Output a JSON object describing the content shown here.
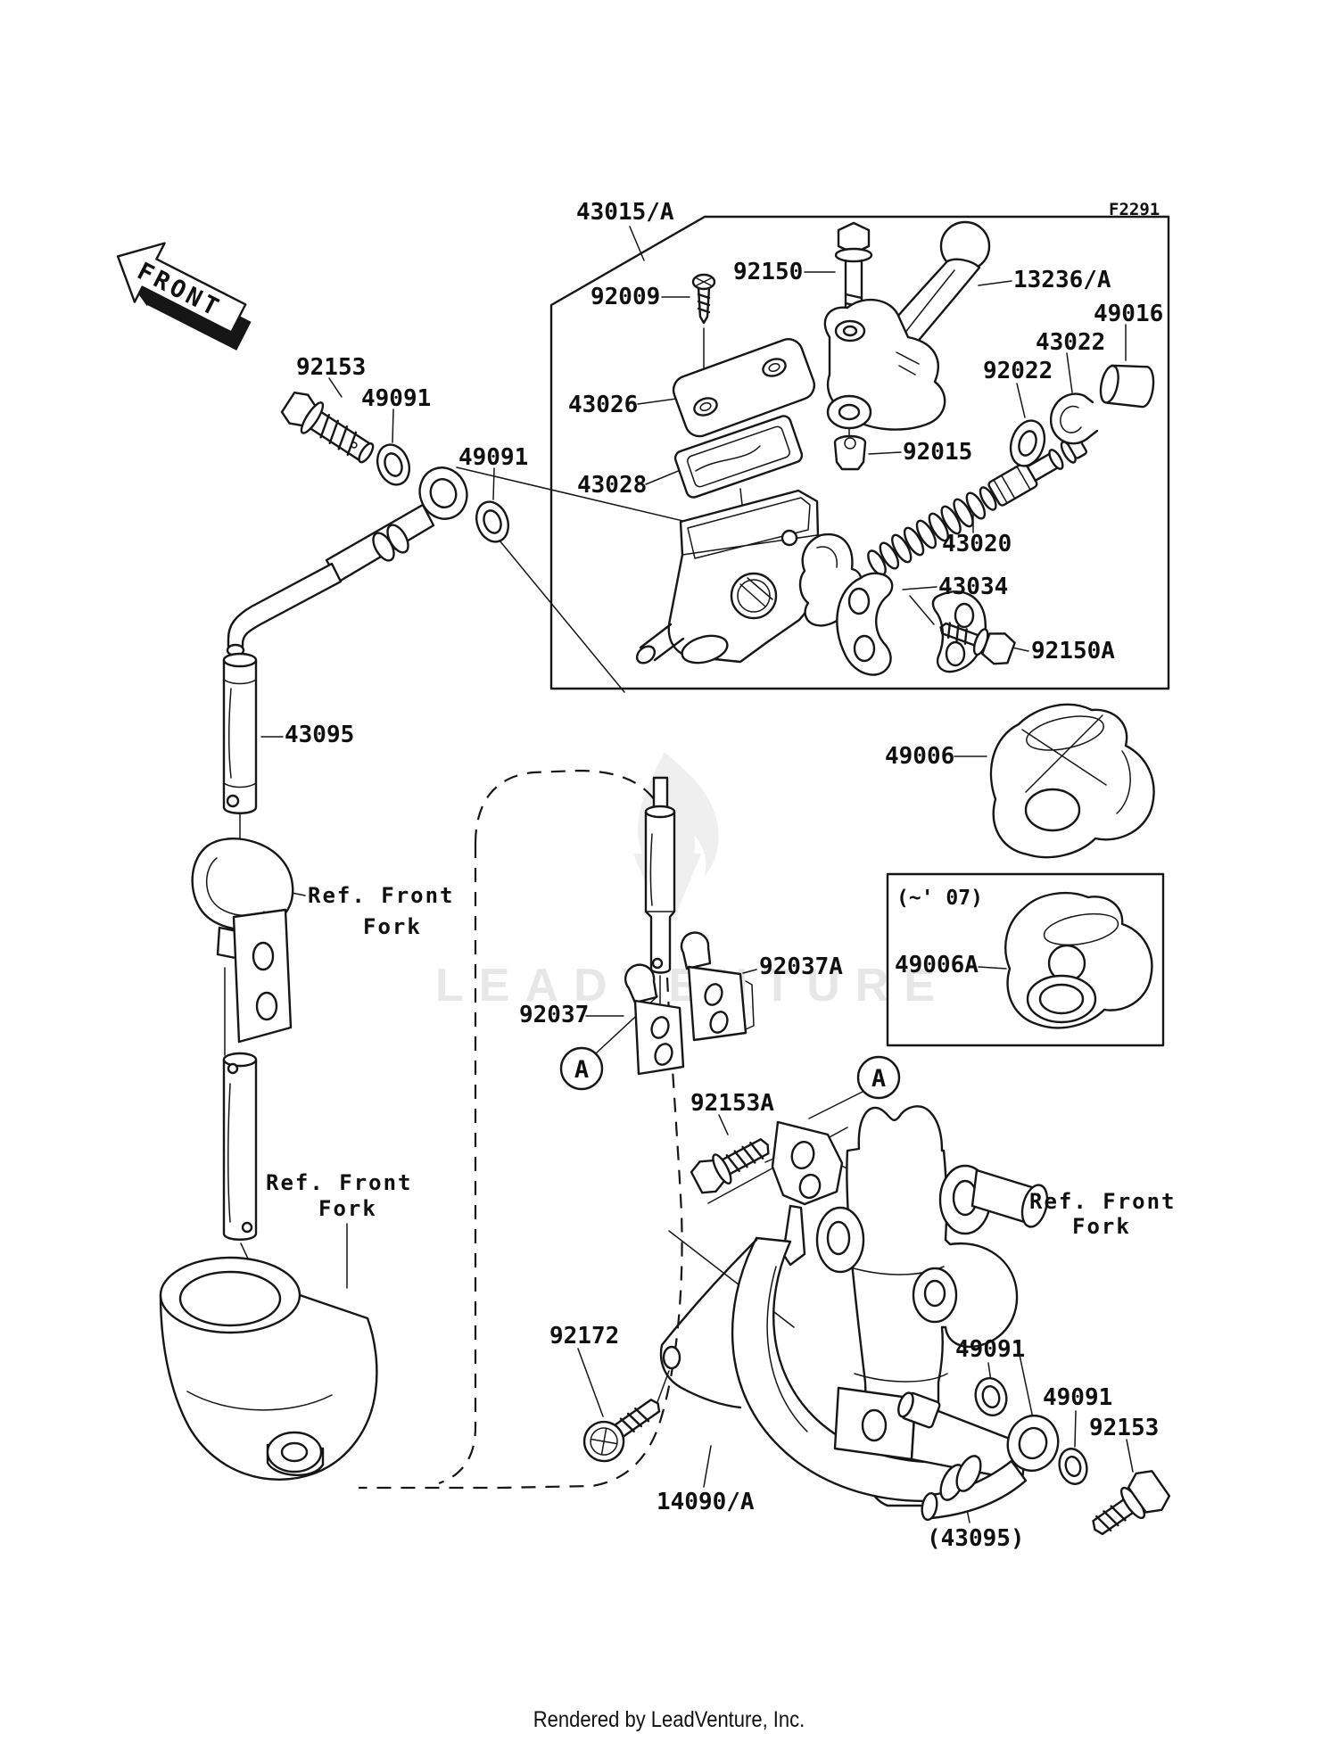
{
  "page": {
    "footer_credit": "Rendered by LeadVenture, Inc."
  },
  "watermark": {
    "text": "LEADVENTURE"
  },
  "diagram": {
    "figure_code": "F2291",
    "orientation_label": "FRONT",
    "detail_marker": "A",
    "note_up_to_07": "(~' 07)",
    "ref_front_fork_line1": "Ref. Front",
    "ref_front_fork_line2": "Fork",
    "callouts": {
      "master_cylinder_assy": "43015/A",
      "screw_reservoir_cap": "92009",
      "bolt_lever_pivot": "92150",
      "lever_assy": "13236/A",
      "cap_reservoir": "43026",
      "diaphragm": "43028",
      "nut_lever": "92015",
      "piston_assy": "43020",
      "washer_piston": "92022",
      "circlip": "43022",
      "dust_cover": "49016",
      "clamp_holder": "43034",
      "bolt_holder": "92150A",
      "bolt_banjo": "92153",
      "washer_sealing": "49091",
      "hose_brake": "43095",
      "hose_brake_ref": "(43095)",
      "guide_brake_hose": "49006",
      "guide_brake_hose_early": "49006A",
      "clamp_hose": "92037",
      "clamp_hose_a": "92037A",
      "bolt_clamp_a": "92153A",
      "screw_guard": "92172",
      "guard_hose": "14090/A"
    }
  }
}
